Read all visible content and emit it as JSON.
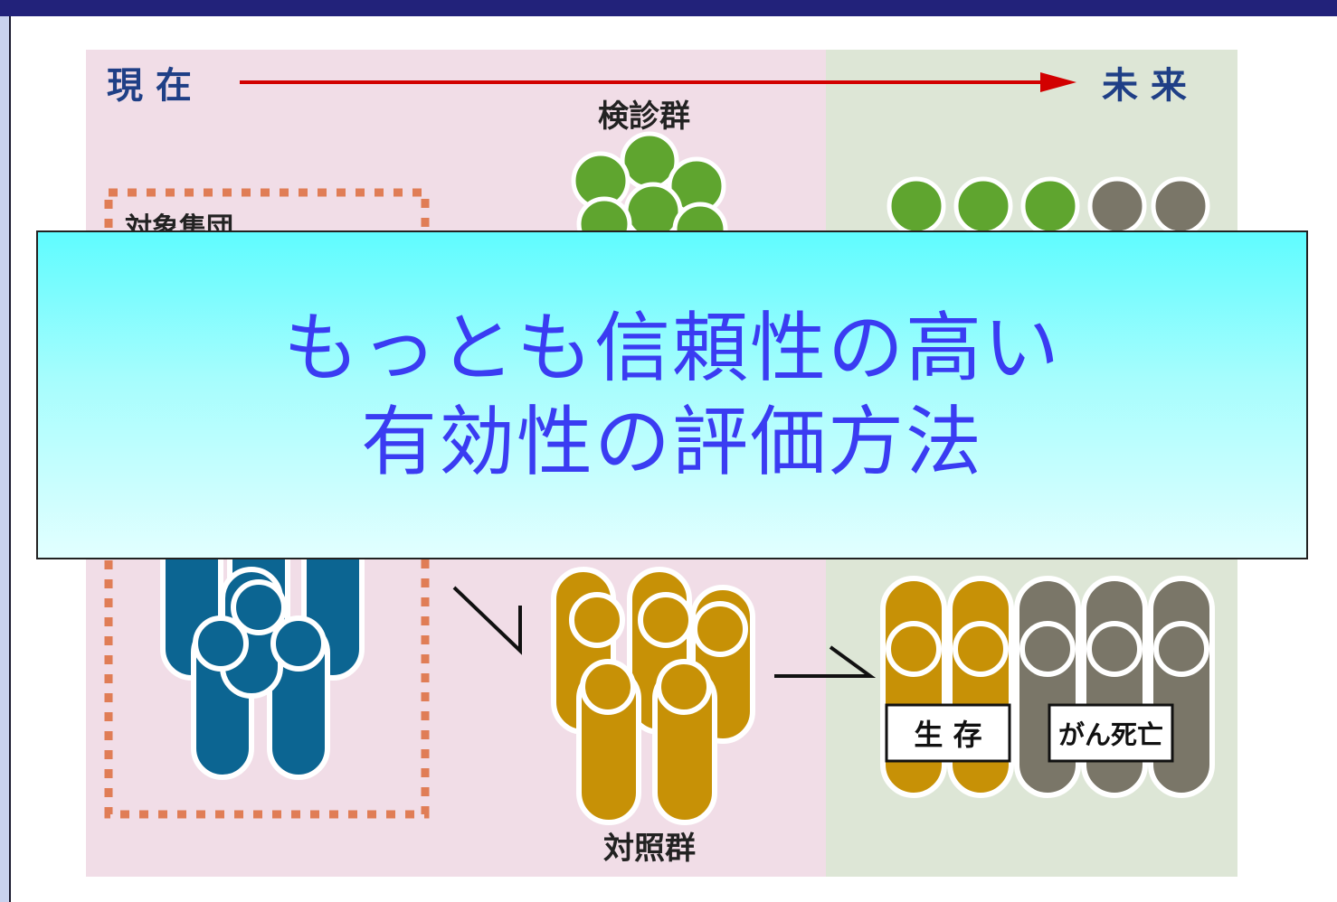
{
  "timeline": {
    "present_label": "現 在",
    "future_label": "未 来"
  },
  "groups": {
    "screening_label": "検診群",
    "control_label": "対照群",
    "target_population_label": "対象集団"
  },
  "outcomes": {
    "survival_label": "生 存",
    "cancer_death_label": "がん死亡"
  },
  "banner": {
    "line1": "もっとも信頼性の高い",
    "line2": "有効性の評価方法"
  },
  "colors": {
    "present_bg": "#f1dde7",
    "future_bg": "#dde6d6",
    "population": "#0c6592",
    "screening": "#5fa52f",
    "control": "#c79106",
    "death": "#7a7668",
    "arrow": "#d20000",
    "dashed_box": "#e07d56",
    "banner_text": "#3a3cf2"
  }
}
